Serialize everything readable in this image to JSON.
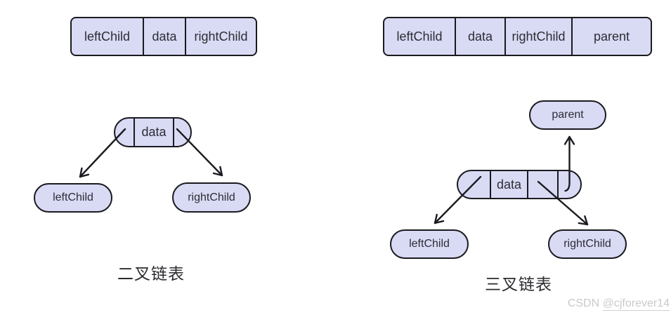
{
  "binary": {
    "record_cells": [
      "leftChild",
      "data",
      "rightChild"
    ],
    "node_data_label": "data",
    "left_child_label": "leftChild",
    "right_child_label": "rightChild",
    "caption": "二叉链表"
  },
  "ternary": {
    "record_cells": [
      "leftChild",
      "data",
      "rightChild",
      "parent"
    ],
    "node_data_label": "data",
    "parent_label": "parent",
    "left_child_label": "leftChild",
    "right_child_label": "rightChild",
    "caption": "三叉链表"
  },
  "watermark": {
    "brand": "CSDN",
    "username": "@cjforever14"
  },
  "colors": {
    "node_fill": "#d9daf4",
    "stroke": "#1a1a20",
    "text": "#2d2d35",
    "caption_text": "#2b2b30",
    "watermark_text": "#c9c9ce",
    "background": "#ffffff"
  }
}
